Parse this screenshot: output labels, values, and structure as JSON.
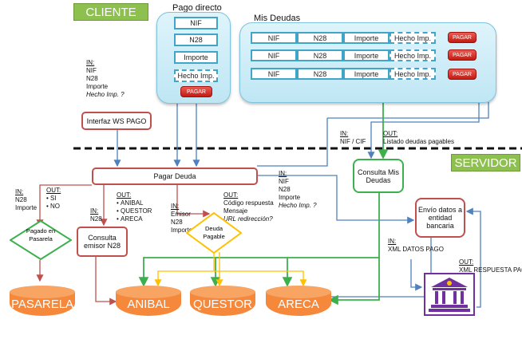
{
  "header": {
    "client": "CLIENTE",
    "server": "SERVIDOR"
  },
  "pago_directo": {
    "title": "Pago directo",
    "fields": [
      "NIF",
      "N28",
      "Importe",
      "Hecho Imp."
    ],
    "button": "PAGAR"
  },
  "mis_deudas": {
    "title": "Mis Deudas",
    "rows": [
      [
        "NIF",
        "N28",
        "Importe",
        "Hecho Imp."
      ],
      [
        "NIF",
        "N28",
        "Importe",
        "Hecho Imp."
      ],
      [
        "NIF",
        "N28",
        "Importe",
        "Hecho Imp."
      ]
    ],
    "button": "PAGAR"
  },
  "left_in": {
    "title": "IN:",
    "items": [
      "NIF",
      "N28",
      "Importe",
      "Hecho Imp. ?"
    ]
  },
  "interfaz": "Interfaz WS PAGO",
  "nif_in": {
    "title": "IN:",
    "value": "NIF / CIF"
  },
  "listado_out": {
    "title": "OUT:",
    "value": "Listado deudas pagables"
  },
  "pagar_deuda": "Pagar Deuda",
  "consulta_mis_deudas": "Consulta Mis Deudas",
  "pasarela_in": {
    "title": "IN:",
    "items": [
      "N28",
      "Importe"
    ]
  },
  "pasarela_out": {
    "title": "OUT:",
    "items": [
      "SI",
      "NO"
    ]
  },
  "pagado_pasarela": "Pagado en Pasarela",
  "emisor_out": {
    "title": "OUT:",
    "items": [
      "ANIBAL",
      "QUESTOR",
      "ARECA"
    ]
  },
  "emisor_in": {
    "title": "IN:",
    "items": [
      "N28"
    ]
  },
  "consulta_emisor": "Consulta emisor N28",
  "deuda_in": {
    "title": "IN:",
    "items": [
      "Emisor",
      "N28",
      "Importe"
    ]
  },
  "deuda_out": {
    "title": "OUT:",
    "items": [
      "Código respuesta",
      "Mensaje",
      "URL redirección?"
    ]
  },
  "deuda_pagable": "Deuda Pagable",
  "right_in": {
    "title": "IN:",
    "items": [
      "NIF",
      "N28",
      "Importe",
      "Hecho Imp. ?"
    ]
  },
  "envio": "Envío datos a entidad bancaria",
  "xml_in": {
    "title": "IN:",
    "value": "XML DATOS PAGO"
  },
  "xml_out": {
    "title": "OUT:",
    "value": "XML RESPUESTA PAGO"
  },
  "databases": [
    "PASARELA",
    "ANIBAL",
    "QUESTOR",
    "ARECA"
  ],
  "bank_icon": "bank-icon",
  "colors": {
    "blue": "#41a5c7",
    "arrow_blue": "#4f81bd",
    "red": "#c0504d",
    "green": "#3cb04c",
    "yellow": "#ffc000",
    "orange": "#f5883a",
    "tag": "#8dc04f"
  }
}
